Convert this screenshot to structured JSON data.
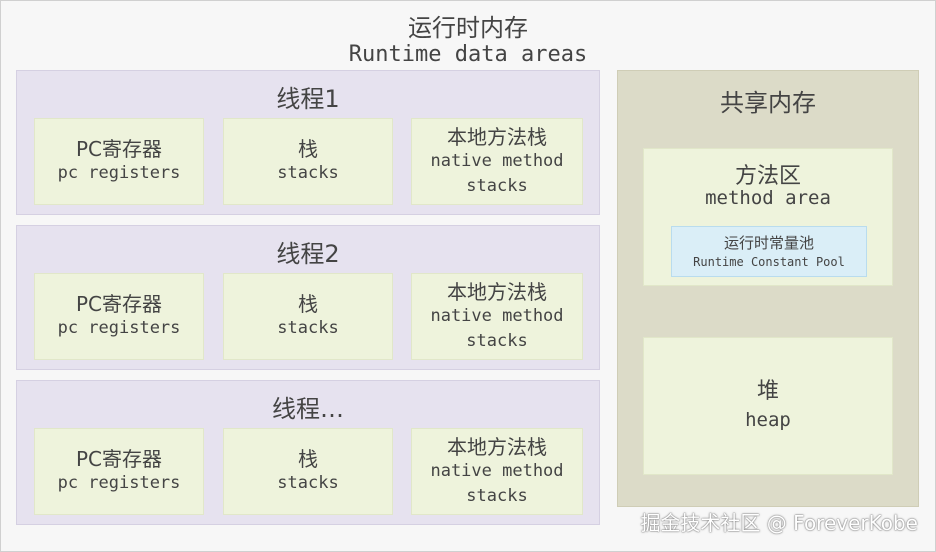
{
  "runtime": {
    "title_cn": "运行时内存",
    "title_en": "Runtime data areas"
  },
  "threads": [
    {
      "title": "线程1",
      "cells": [
        {
          "cn": "PC寄存器",
          "en": "pc registers"
        },
        {
          "cn": "栈",
          "en": "stacks"
        },
        {
          "cn": "本地方法栈",
          "en": "native method",
          "en2": "stacks"
        }
      ]
    },
    {
      "title": "线程2",
      "cells": [
        {
          "cn": "PC寄存器",
          "en": "pc registers"
        },
        {
          "cn": "栈",
          "en": "stacks"
        },
        {
          "cn": "本地方法栈",
          "en": "native method",
          "en2": "stacks"
        }
      ]
    },
    {
      "title": "线程…",
      "cells": [
        {
          "cn": "PC寄存器",
          "en": "pc registers"
        },
        {
          "cn": "栈",
          "en": "stacks"
        },
        {
          "cn": "本地方法栈",
          "en": "native method",
          "en2": "stacks"
        }
      ]
    }
  ],
  "shared": {
    "title": "共享内存",
    "method_area": {
      "cn": "方法区",
      "en": "method area",
      "pool": {
        "cn": "运行时常量池",
        "en": "Runtime Constant Pool"
      }
    },
    "heap": {
      "cn": "堆",
      "en": "heap"
    }
  },
  "watermark": "掘金技术社区 @ ForeverKobe",
  "colors": {
    "thread_bg": "#e6e2ef",
    "cell_bg": "#eef3dc",
    "shared_bg": "#dcdbc8",
    "pool_bg": "#daeef7"
  }
}
